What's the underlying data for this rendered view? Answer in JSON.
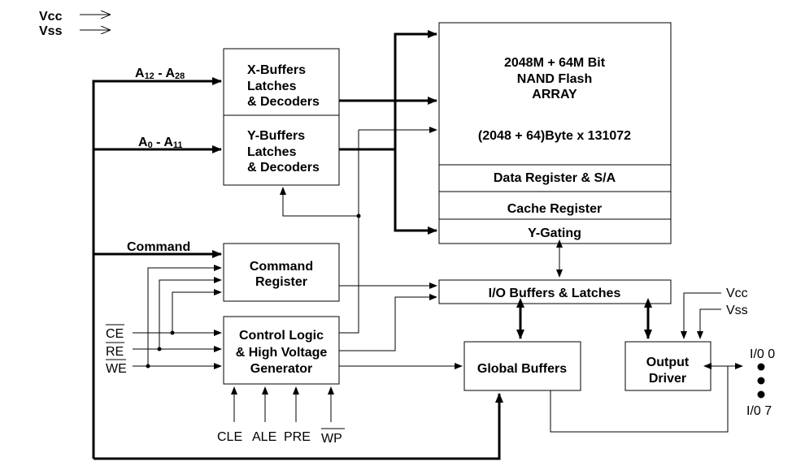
{
  "power": {
    "vcc": "Vcc",
    "vss": "Vss"
  },
  "blocks": {
    "x_buffers": [
      "X-Buffers",
      "Latches",
      "& Decoders"
    ],
    "y_buffers": [
      "Y-Buffers",
      "Latches",
      "& Decoders"
    ],
    "array": [
      "2048M + 64M Bit",
      "NAND Flash",
      "ARRAY",
      "(2048 + 64)Byte x 131072"
    ],
    "data_register": "Data Register & S/A",
    "cache_register": "Cache Register",
    "y_gating": "Y-Gating",
    "command_register": [
      "Command",
      "Register"
    ],
    "io_buffers": "I/O Buffers & Latches",
    "control_logic": [
      "Control Logic",
      "& High Voltage",
      "Generator"
    ],
    "global_buffers": "Global Buffers",
    "output_driver": [
      "Output",
      "Driver"
    ]
  },
  "signals": {
    "addr_high": {
      "main": "A",
      "sub1": "12",
      "dash": " - A",
      "sub2": "28"
    },
    "addr_low": {
      "main": "A",
      "sub1": "0",
      "dash": " - A",
      "sub2": "11"
    },
    "command": "Command",
    "ce": "CE",
    "re": "RE",
    "we": "WE",
    "cle": "CLE",
    "ale": "ALE",
    "pre": "PRE",
    "wp": "WP",
    "vcc_out": "Vcc",
    "vss_out": "Vss",
    "io0": "I/0 0",
    "io7": "I/0 7"
  }
}
